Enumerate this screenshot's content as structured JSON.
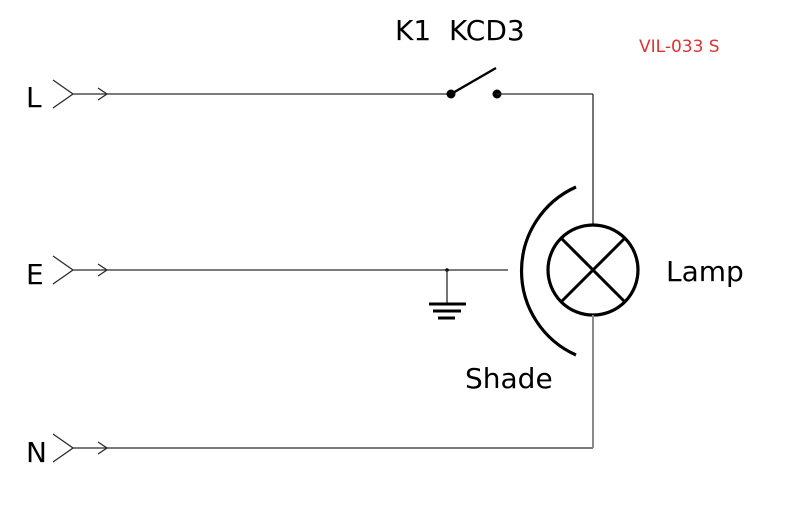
{
  "diagram": {
    "title": "Lamp wiring diagram",
    "terminals": [
      {
        "id": "L",
        "label": "L"
      },
      {
        "id": "E",
        "label": "E"
      },
      {
        "id": "N",
        "label": "N"
      }
    ],
    "switch": {
      "label": "K1  KCD3"
    },
    "model_code": {
      "label": "VIL-033 S",
      "color": "#e03131"
    },
    "lamp": {
      "label": "Lamp"
    },
    "shade": {
      "label": "Shade"
    }
  }
}
